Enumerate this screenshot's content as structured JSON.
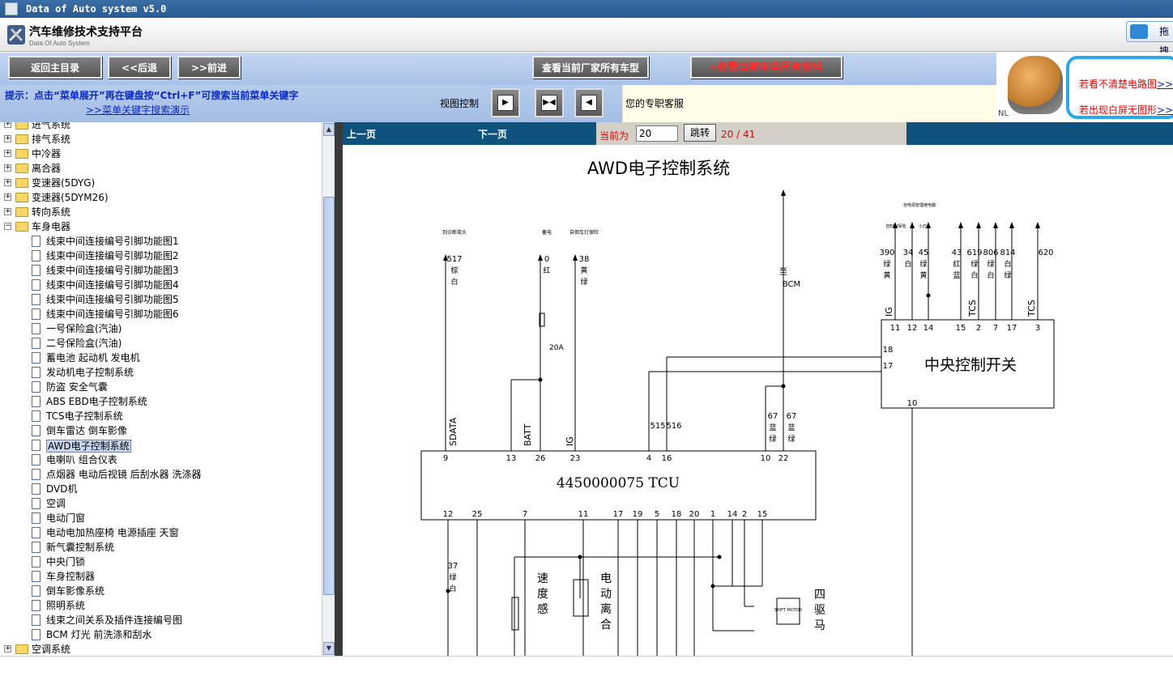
{
  "window": {
    "title": "Data of Auto system v5.0"
  },
  "header": {
    "brand_title": "汽车维修技术支持平台",
    "brand_subtitle": "Data Of Auto System",
    "drag_label": "拖拽"
  },
  "toolbar": {
    "home_label": "返回主目录",
    "back_label": "<<后退",
    "forward_label": ">>前进",
    "all_models_label": "查看当前厂家所有车型",
    "all_data_label": "»查看当前车型所有资料"
  },
  "hint": {
    "text": "提示：点击“菜单展开”再在键盘按“Ctrl+F”可搜索当前菜单关键字",
    "demo_link": ">>菜单关键字搜索演示"
  },
  "view_control": {
    "label": "视图控制"
  },
  "service": {
    "text": "您的专职客服"
  },
  "promo": {
    "nu": "NL",
    "line1": "若看不清楚电路图",
    "line1_link": ">>",
    "line2": "若出现白屏无图形",
    "line2_link": ">>"
  },
  "tree": {
    "items": [
      {
        "type": "folder",
        "label": "进气系统",
        "expanded": false
      },
      {
        "type": "folder",
        "label": "排气系统",
        "expanded": false
      },
      {
        "type": "folder",
        "label": "中冷器",
        "expanded": false
      },
      {
        "type": "folder",
        "label": "离合器",
        "expanded": false
      },
      {
        "type": "folder",
        "label": "变速器(5DYG)",
        "expanded": false
      },
      {
        "type": "folder",
        "label": "变速器(5DYM26)",
        "expanded": false
      },
      {
        "type": "folder",
        "label": "转向系统",
        "expanded": false
      },
      {
        "type": "folder",
        "label": "车身电器",
        "expanded": true
      },
      {
        "type": "leaf",
        "label": "线束中间连接编号引脚功能图1"
      },
      {
        "type": "leaf",
        "label": "线束中间连接编号引脚功能图2"
      },
      {
        "type": "leaf",
        "label": "线束中间连接编号引脚功能图3"
      },
      {
        "type": "leaf",
        "label": "线束中间连接编号引脚功能图4"
      },
      {
        "type": "leaf",
        "label": "线束中间连接编号引脚功能图5"
      },
      {
        "type": "leaf",
        "label": "线束中间连接编号引脚功能图6"
      },
      {
        "type": "leaf",
        "label": "一号保险盒(汽油)"
      },
      {
        "type": "leaf",
        "label": "二号保险盒(汽油)"
      },
      {
        "type": "leaf",
        "label": "蓄电池  起动机  发电机"
      },
      {
        "type": "leaf",
        "label": "发动机电子控制系统"
      },
      {
        "type": "leaf",
        "label": "防盗  安全气囊"
      },
      {
        "type": "leaf",
        "label": "ABS  EBD电子控制系统"
      },
      {
        "type": "leaf",
        "label": "TCS电子控制系统"
      },
      {
        "type": "leaf",
        "label": "倒车雷达  倒车影像"
      },
      {
        "type": "leaf",
        "label": "AWD电子控制系统",
        "selected": true
      },
      {
        "type": "leaf",
        "label": "电喇叭  组合仪表"
      },
      {
        "type": "leaf",
        "label": "点烟器  电动后视镜  后刮水器  洗涤器"
      },
      {
        "type": "leaf",
        "label": "DVD机"
      },
      {
        "type": "leaf",
        "label": "空调"
      },
      {
        "type": "leaf",
        "label": "电动门窗"
      },
      {
        "type": "leaf",
        "label": "电动电加热座椅  电源插座  天窗"
      },
      {
        "type": "leaf",
        "label": "新气囊控制系统"
      },
      {
        "type": "leaf",
        "label": "中央门锁"
      },
      {
        "type": "leaf",
        "label": "车身控制器"
      },
      {
        "type": "leaf",
        "label": "倒车影像系统"
      },
      {
        "type": "leaf",
        "label": "照明系统"
      },
      {
        "type": "leaf",
        "label": "线束之间关系及插件连接编号图"
      },
      {
        "type": "leaf",
        "label": "BCM 灯光  前洗涤和刮水"
      },
      {
        "type": "folder",
        "label": "空调系统",
        "expanded": false
      }
    ]
  },
  "pager": {
    "prev_label": "上一页",
    "next_label": "下一页",
    "current_label": "当前为",
    "current_value": "20",
    "jump_label": "跳转",
    "count_text": "20 / 41"
  },
  "diagram": {
    "title": "AWD电子控制系统",
    "tcu_label": "4450000075   TCU",
    "switch_label": "中央控制开关",
    "motor_label": "SHIFT MOTOR",
    "speed_sensor_label": "速度感",
    "clutch_label": "电动离合",
    "fourwd_label": "四驱马",
    "bcm_to": "至",
    "bcm_label": "BCM",
    "tcu_top_pins": [
      "9",
      "13",
      "26",
      "23",
      "4",
      "16",
      "10",
      "22"
    ],
    "tcu_bottom_pins": [
      "12",
      "25",
      "7",
      "11",
      "17",
      "19",
      "5",
      "18",
      "20",
      "1",
      "14",
      "2",
      "15"
    ],
    "switch_top_pins": [
      "11",
      "12",
      "14",
      "15",
      "2",
      "7",
      "17",
      "3"
    ],
    "switch_side_pins": [
      "18",
      "17"
    ],
    "switch_bottom_pin": "10",
    "signal_labels": {
      "sdata": "SDATA",
      "batt": "BATT",
      "ig": "IG",
      "ig2": "IG",
      "tcs1": "TCS",
      "tcs2": "TCS",
      "fuse": "20A"
    },
    "wire_labels": [
      {
        "num": "517",
        "color": "棕\n白",
        "top": "到诊断接头"
      },
      {
        "num": "0",
        "color": "红",
        "top": "蓄电"
      },
      {
        "num": "38",
        "color": "黄\n绿",
        "top": "自倒车灯保险"
      },
      {
        "num": "390",
        "color": "绿\n黄"
      },
      {
        "num": "34",
        "color": "白"
      },
      {
        "num": "45",
        "color": "绿\n黄"
      },
      {
        "num": "43",
        "color": "红\n蓝"
      },
      {
        "num": "619",
        "color": "绿\n白"
      },
      {
        "num": "806",
        "color": "绿\n白"
      },
      {
        "num": "814",
        "color": "白\n绿"
      },
      {
        "num": "620",
        "color": ""
      },
      {
        "num": "515",
        "color": ""
      },
      {
        "num": "516",
        "color": ""
      },
      {
        "num": "67",
        "color": "蓝\n绿"
      },
      {
        "num": "67",
        "color": "蓝\n绿"
      },
      {
        "num": "37",
        "color": "绿\n白"
      }
    ],
    "small_notes": [
      "自电源管理继电器",
      "自ECU保险",
      "小灯"
    ]
  },
  "colors": {
    "titlebar": "#2a5a95",
    "toolbar": "#b6ccec",
    "pagebar": "#10527e",
    "accent_red": "#ff2a2a",
    "link_blue": "#0a2ac6"
  }
}
